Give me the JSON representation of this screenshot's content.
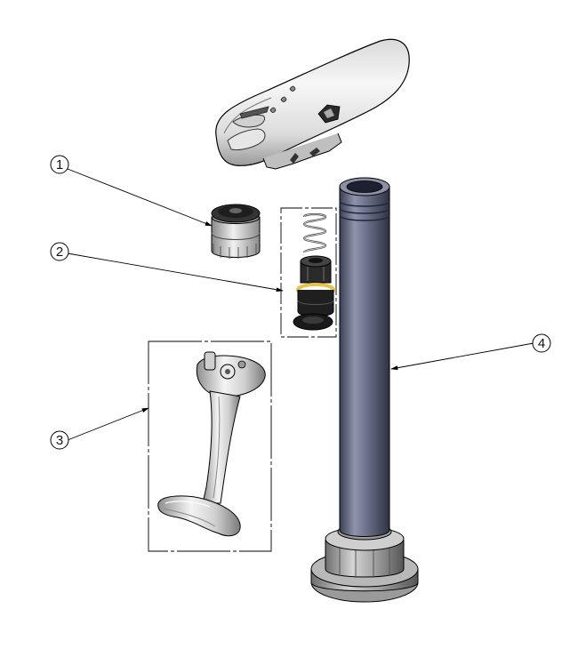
{
  "callouts": [
    {
      "id": "1",
      "label": "1"
    },
    {
      "id": "2",
      "label": "2"
    },
    {
      "id": "3",
      "label": "3"
    },
    {
      "id": "4",
      "label": "4"
    }
  ],
  "colors": {
    "line": "#000000",
    "chrome_light": "#f2f2f2",
    "chrome_mid": "#c9c9c9",
    "chrome_dark": "#5a5a5a",
    "pipe_light": "#8a90a6",
    "pipe_mid": "#5b6078",
    "pipe_dark": "#353a4d",
    "rubber": "#1a1a1a",
    "oring": "#e8c34a"
  }
}
